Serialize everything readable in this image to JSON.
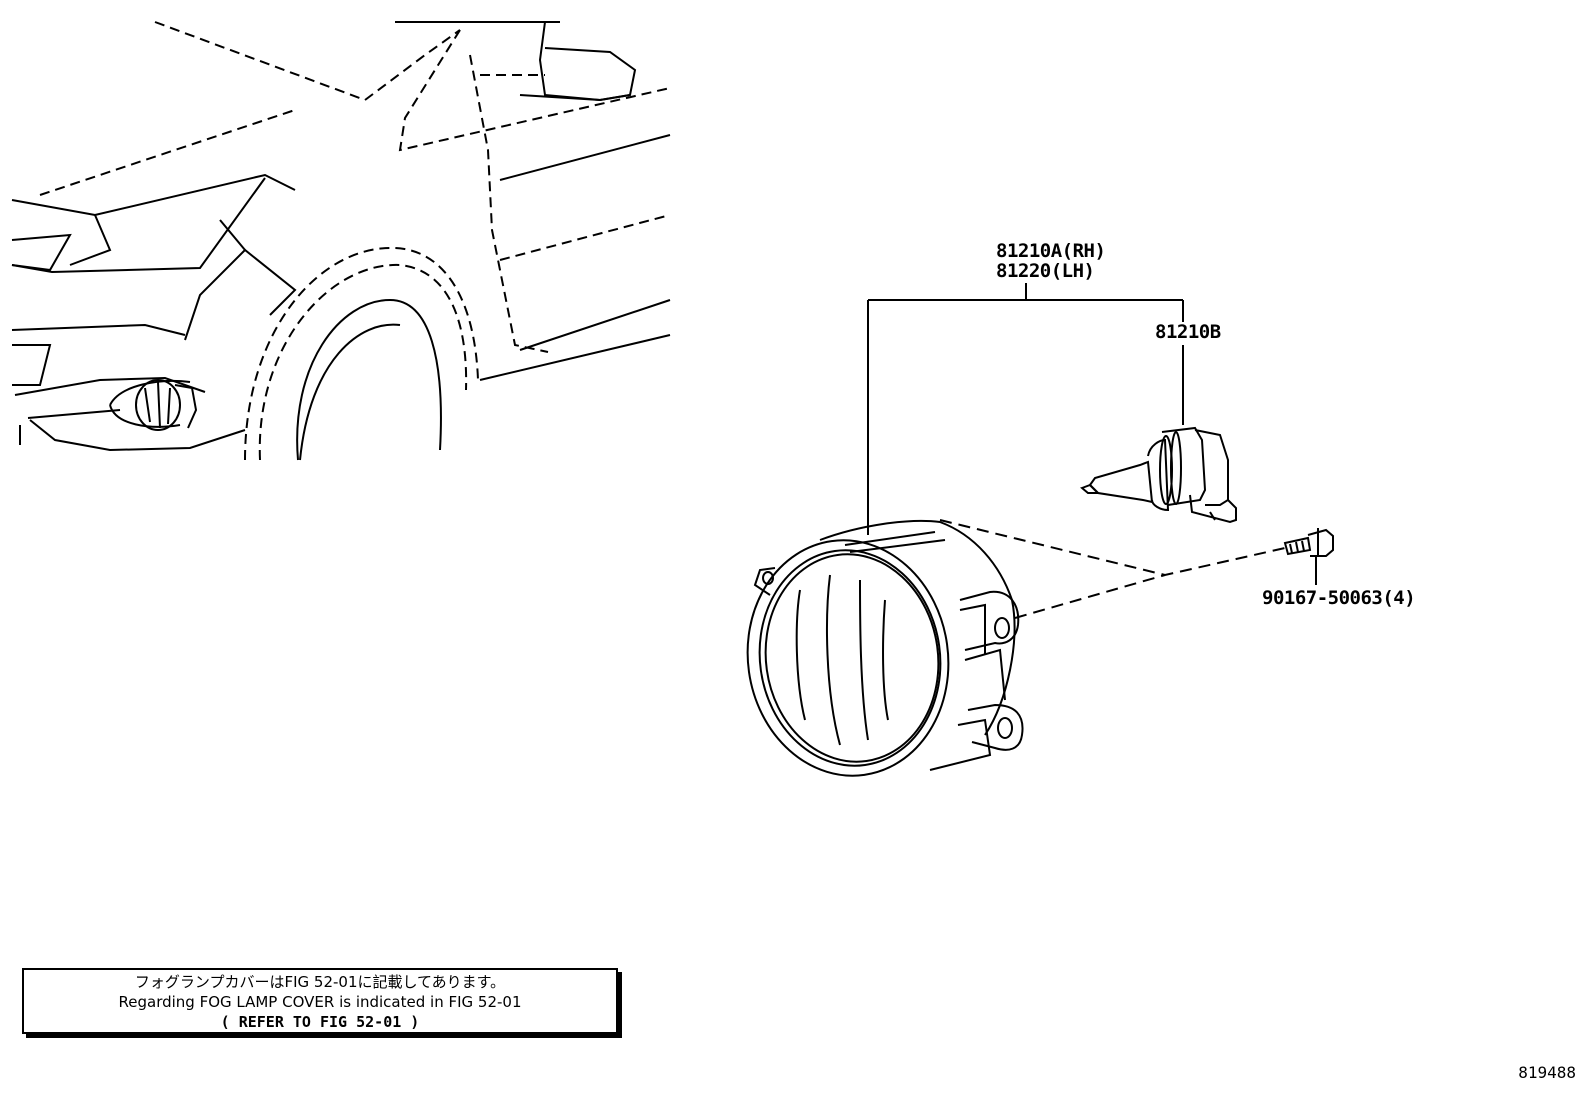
{
  "parts": {
    "fog_lamp_assy": {
      "rh": "81210A(RH)",
      "lh": "81220(LH)"
    },
    "bulb": "81210B",
    "screw": "90167-50063(4)"
  },
  "note": {
    "japanese": "フォグランプカバーはFIG 52-01に記載してあります。",
    "english": "Regarding FOG LAMP COVER is indicated in FIG 52-01",
    "refer": "(   REFER TO FIG 52-01   )"
  },
  "figure_id": "819488"
}
